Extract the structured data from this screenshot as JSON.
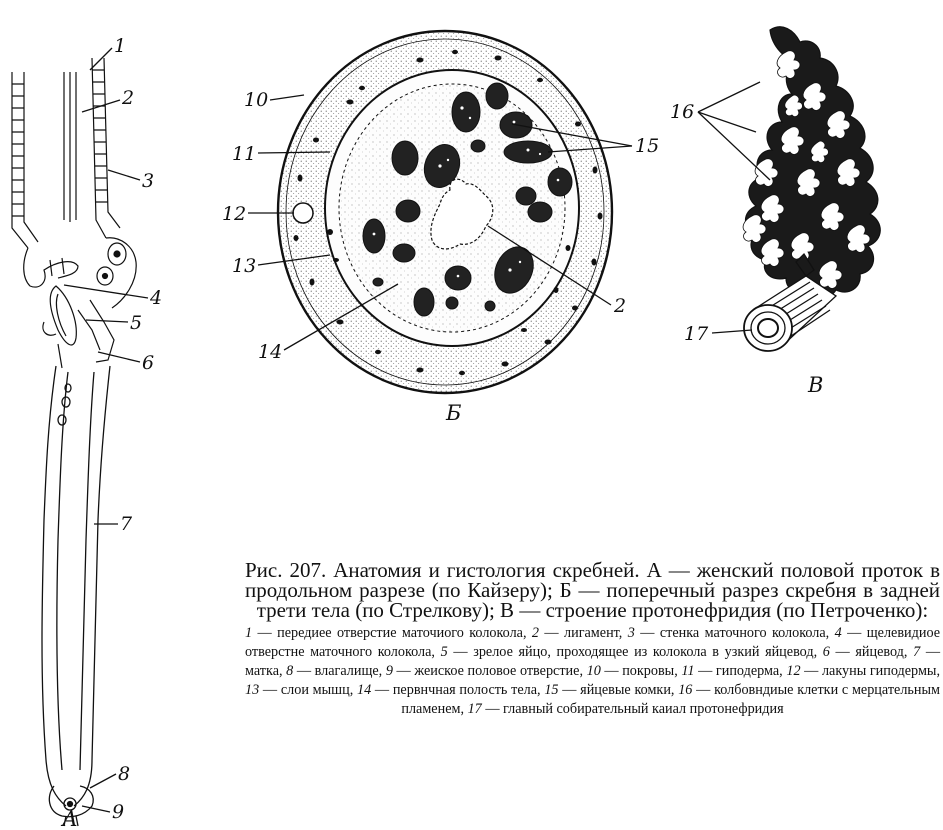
{
  "figure": {
    "panels": {
      "a": "А",
      "b": "Б",
      "v": "В"
    },
    "labels": {
      "l1": "1",
      "l2": "2",
      "l3": "3",
      "l4": "4",
      "l5": "5",
      "l6": "6",
      "l7": "7",
      "l8": "8",
      "l9": "9",
      "l10": "10",
      "l11": "11",
      "l12": "12",
      "l13": "13",
      "l14": "14",
      "l15": "15",
      "l2b": "2",
      "l16": "16",
      "l17": "17"
    }
  },
  "caption": {
    "title": "Рис. 207. Анатомия и гистология скребней. А — женский половой проток в продольном разрезе (по Кайзеру); Б — поперечный разрез скребня в задней трети тела (по Стрелкову); В — строение протонефридия (по Петроченко):",
    "legend": [
      {
        "n": "1",
        "t": " — передиее отверстие маточиого колокола, "
      },
      {
        "n": "2",
        "t": " — лигамент, "
      },
      {
        "n": "3",
        "t": " — стенка маточного колокола, "
      },
      {
        "n": "4",
        "t": " — щелевидиое отверстне маточного колокола, "
      },
      {
        "n": "5",
        "t": " — зрелое яйцо, проходящее из колокола в узкий яйцевод, "
      },
      {
        "n": "6",
        "t": " — яйцевод, "
      },
      {
        "n": "7",
        "t": " — матка, "
      },
      {
        "n": "8",
        "t": " — влагалище, "
      },
      {
        "n": "9",
        "t": " — жеиское половое отверстие, "
      },
      {
        "n": "10",
        "t": " — покровы, "
      },
      {
        "n": "11",
        "t": " — гиподерма, "
      },
      {
        "n": "12",
        "t": " — лакуны гиподермы, "
      },
      {
        "n": "13",
        "t": " — слои мышц, "
      },
      {
        "n": "14",
        "t": " — первнчная полость тела, "
      },
      {
        "n": "15",
        "t": " — яйцевые комки, "
      },
      {
        "n": "16",
        "t": " — колбовндиые клетки с мерцательным пламенем, "
      },
      {
        "n": "17",
        "t": " — главный собирательный каиал протонефридия"
      }
    ]
  }
}
